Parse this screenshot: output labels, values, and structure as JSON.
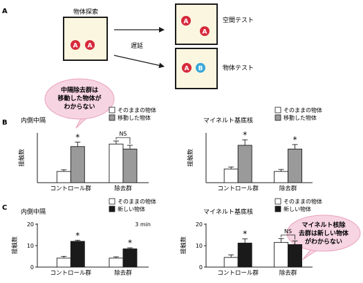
{
  "panelA": {
    "label": "A",
    "explore_label": "物体探索",
    "delay_label": "遅延",
    "space_test_label": "空間テスト",
    "object_test_label": "物体テスト",
    "object_a": "A",
    "object_b": "B",
    "colors": {
      "object_a": "#d62a3c",
      "object_b": "#38a7d8",
      "arena_fill": "#fbf6e0"
    }
  },
  "callout_top": {
    "lines": [
      "中隔除去群は",
      "移動した物体が",
      "わからない"
    ],
    "fill": "#f7d4e2",
    "stroke": "#e8a1bc"
  },
  "callout_bottom": {
    "lines": [
      "マイネルト核除",
      "去群は新しい物体",
      "がわからない"
    ],
    "fill": "#f7d4e2",
    "stroke": "#e8a1bc"
  },
  "panelB": {
    "label": "B"
  },
  "panelC": {
    "label": "C",
    "duration_label": "3 min"
  },
  "chart_data": [
    {
      "id": "B-left",
      "type": "bar",
      "title": "内側中隔",
      "ylabel": "接触数",
      "categories": [
        "コントロール群",
        "除去群"
      ],
      "series": [
        {
          "name": "そのままの物体",
          "values": [
            4.5,
            15.5
          ],
          "errors": [
            0.7,
            1.2
          ],
          "color": "#ffffff"
        },
        {
          "name": "移動した物体",
          "values": [
            14.5,
            13.5
          ],
          "errors": [
            1.8,
            1.5
          ],
          "color": "#9a9a9a"
        }
      ],
      "annotations": [
        {
          "category": 0,
          "text": "*"
        },
        {
          "category": 1,
          "text": "NS"
        }
      ]
    },
    {
      "id": "B-right",
      "type": "bar",
      "title": "マイネルト基底核",
      "ylabel": "接触数",
      "categories": [
        "コントロール群",
        "除去群"
      ],
      "series": [
        {
          "name": "そのままの物体",
          "values": [
            5.5,
            4.5
          ],
          "errors": [
            0.8,
            0.8
          ],
          "color": "#ffffff"
        },
        {
          "name": "移動した物体",
          "values": [
            15,
            13.5
          ],
          "errors": [
            2.2,
            1.8
          ],
          "color": "#9a9a9a"
        }
      ],
      "annotations": [
        {
          "category": 0,
          "text": "*"
        },
        {
          "category": 1,
          "text": "*"
        }
      ]
    },
    {
      "id": "C-left",
      "type": "bar",
      "title": "内側中隔",
      "ylabel": "接触数",
      "yticks": [
        0,
        10,
        20
      ],
      "ylim": [
        0,
        20
      ],
      "categories": [
        "コントロール群",
        "除去群"
      ],
      "series": [
        {
          "name": "そのままの物体",
          "values": [
            4.2,
            4.2
          ],
          "errors": [
            0.8,
            0.6
          ],
          "color": "#ffffff"
        },
        {
          "name": "新しい物体",
          "values": [
            12,
            8.5
          ],
          "errors": [
            0.5,
            0.5
          ],
          "color": "#1a1a1a"
        }
      ],
      "annotations": [
        {
          "category": 0,
          "text": "*"
        },
        {
          "category": 1,
          "text": "*"
        }
      ]
    },
    {
      "id": "C-right",
      "type": "bar",
      "title": "マイネルト基底核",
      "ylabel": "接触数",
      "yticks": [
        0,
        10,
        20
      ],
      "ylim": [
        0,
        20
      ],
      "categories": [
        "コントロール群",
        "除去群"
      ],
      "series": [
        {
          "name": "そのままの物体",
          "values": [
            4.5,
            11.5
          ],
          "errors": [
            1.2,
            1.8
          ],
          "color": "#ffffff"
        },
        {
          "name": "新しい物体",
          "values": [
            11.2,
            10.5
          ],
          "errors": [
            2.0,
            1.7
          ],
          "color": "#1a1a1a"
        }
      ],
      "annotations": [
        {
          "category": 0,
          "text": "*"
        },
        {
          "category": 1,
          "text": "NS"
        }
      ]
    }
  ]
}
